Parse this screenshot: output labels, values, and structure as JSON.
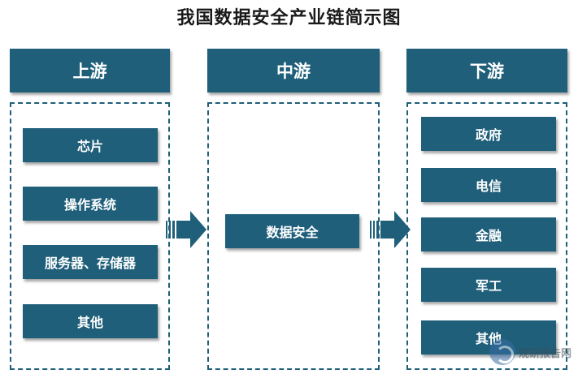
{
  "title": "我国数据安全产业链简示图",
  "columns": [
    {
      "header": "上游",
      "items": [
        "芯片",
        "操作系统",
        "服务器、存储器",
        "其他"
      ]
    },
    {
      "header": "中游",
      "items": [
        "数据安全"
      ]
    },
    {
      "header": "下游",
      "items": [
        "政府",
        "电信",
        "金融",
        "军工",
        "其他"
      ]
    }
  ],
  "watermark": {
    "text": "观研报告网",
    "icon": "watermark-logo-icon"
  },
  "colors": {
    "primary": "#1f5f7a",
    "border": "#1f5f7a",
    "text_on_primary": "#ffffff",
    "title": "#1a1a1a"
  }
}
